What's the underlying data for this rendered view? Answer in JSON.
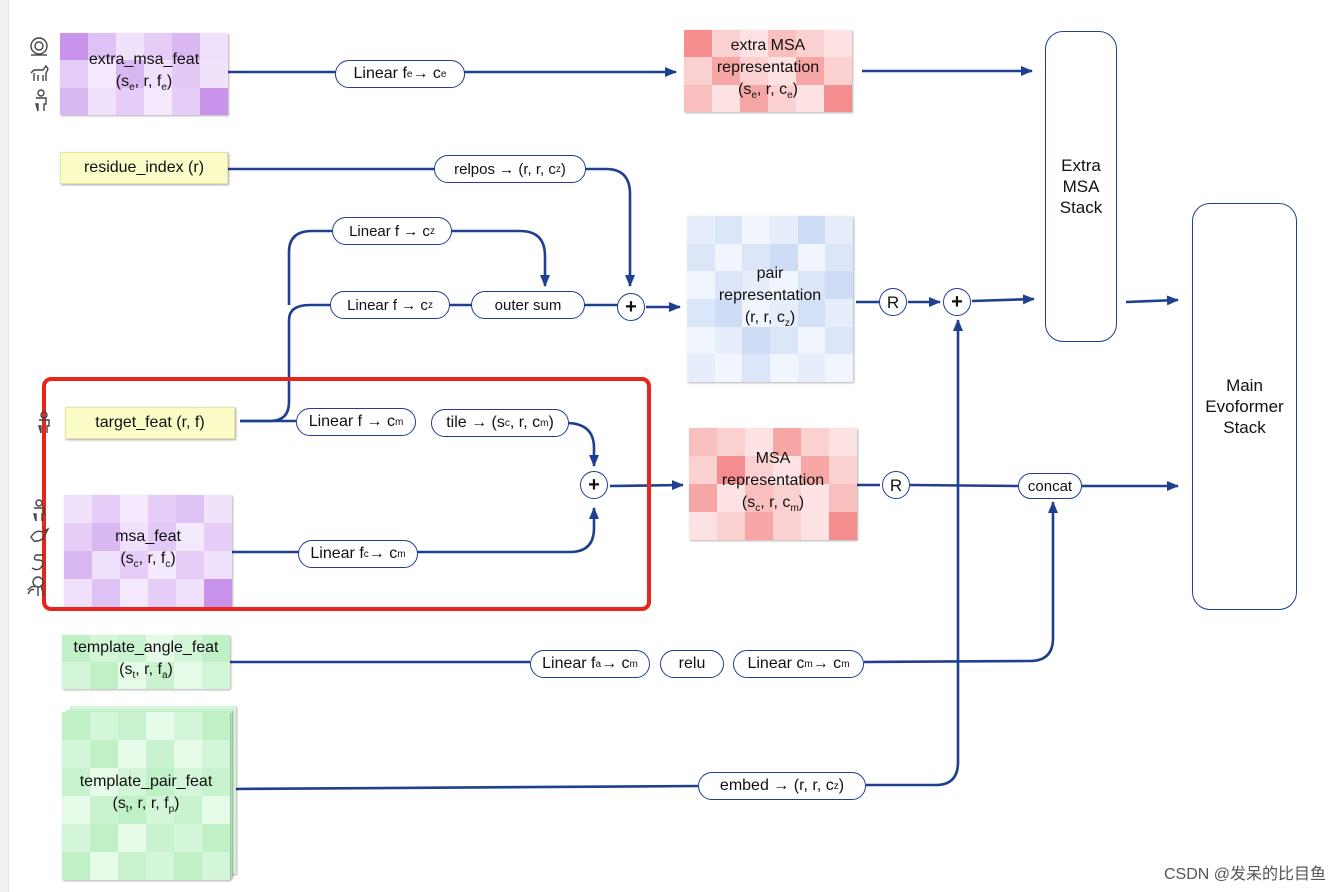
{
  "colors": {
    "arrow": "#1f3f8f",
    "highlight": "#e8251b",
    "purple": [
      "#d9b8f2",
      "#e6cdf7",
      "#f0e2fb",
      "#cfa3ee",
      "#c993ec"
    ],
    "red": [
      "#f7a6a6",
      "#fbd0d0",
      "#fce2e2",
      "#f48d8d",
      "#f9bebe"
    ],
    "blue": [
      "#dbe6f8",
      "#e7eefb",
      "#cfdcf5",
      "#f1f5fd",
      "#d3e0f6"
    ],
    "green": [
      "#bff0c6",
      "#d4f6d8",
      "#e6fae8",
      "#aeeab6",
      "#c9f3ce"
    ],
    "yellow": "#fbfbc8"
  },
  "icons": {
    "extra_msa": [
      "snail-icon",
      "dog-icon",
      "person-icon"
    ],
    "target": [
      "person-icon"
    ],
    "msa": [
      "person-icon",
      "bird-icon",
      "snake-icon",
      "octopus-icon"
    ]
  },
  "inputs": {
    "extra_msa_feat": {
      "name": "extra_msa_feat",
      "shape": "(se, r, fe)"
    },
    "residue_index": {
      "name": "residue_index (r)"
    },
    "target_feat": {
      "name": "target_feat (r, f)"
    },
    "msa_feat": {
      "name": "msa_feat",
      "shape": "(sc, r, fc)"
    },
    "template_angle_feat": {
      "name": "template_angle_feat",
      "shape": "(st, r, fa)"
    },
    "template_pair_feat": {
      "name": "template_pair_feat",
      "shape": "(st, r, r, fp)"
    }
  },
  "ops": {
    "linear_fe_ce": "Linear fe→ ce",
    "relpos": "relpos → (r, r, cz)",
    "linear_f_cz_top": "Linear f → cz",
    "linear_f_cz_bottom": "Linear f → cz",
    "outer_sum": "outer sum",
    "linear_f_cm": "Linear f → cm",
    "tile": "tile → (sc, r, cm)",
    "linear_fc_cm": "Linear fc→ cm",
    "linear_fa_cm": "Linear fa→ cm",
    "relu": "relu",
    "linear_cm_cm": "Linear cm→ cm",
    "embed": "embed → (r, r, cz)",
    "concat": "concat",
    "plus": "+",
    "recycle": "R"
  },
  "representations": {
    "extra_msa": {
      "name": "extra MSA representation",
      "shape": "(se, r, ce)"
    },
    "pair": {
      "name": "pair representation",
      "shape": "(r, r, cz)"
    },
    "msa": {
      "name": "MSA representation",
      "shape": "(sc, r, cm)"
    }
  },
  "stacks": {
    "extra_msa_stack": "Extra MSA Stack",
    "main_evoformer": "Main Evoformer Stack"
  },
  "watermark": "CSDN @发呆的比目鱼"
}
